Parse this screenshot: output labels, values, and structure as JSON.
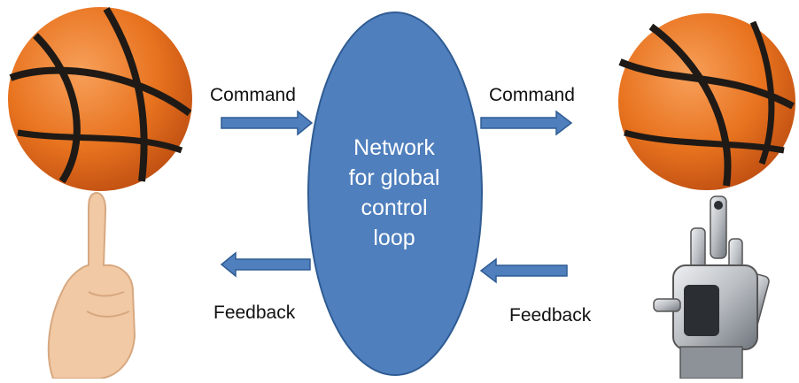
{
  "diagram": {
    "left_command_label": "Command",
    "right_command_label": "Command",
    "left_feedback_label": "Feedback",
    "right_feedback_label": "Feedback",
    "center_lines": [
      "Network",
      "for global",
      "control",
      "loop"
    ]
  },
  "colors": {
    "ellipse_fill": "#4f7fbd",
    "ellipse_stroke": "#2f5c93",
    "arrow_fill": "#4f7fbd",
    "ball_orange": "#e8731f",
    "ball_seam": "#1f1a16",
    "skin": "#f1c9a4",
    "robot_metal": "#c9ccd0"
  }
}
